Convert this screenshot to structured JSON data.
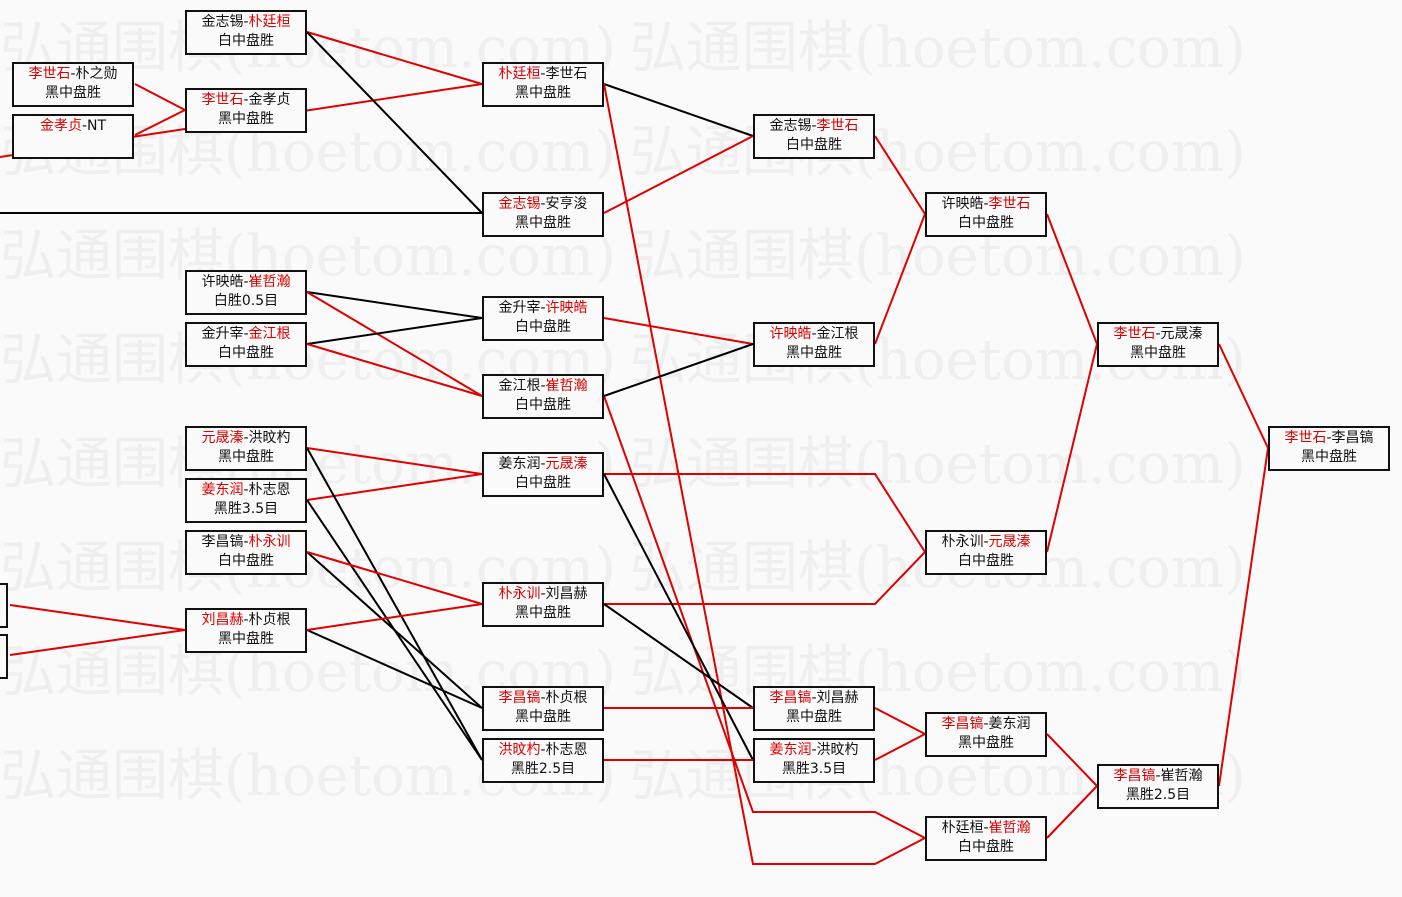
{
  "watermark": "弘通围棋(hoetom.com)",
  "colors": {
    "winner": "#e00000",
    "loser_line": "#000000",
    "winner_line": "#e00000"
  },
  "matches": [
    {
      "p1": "李世石",
      "p2": "朴之勋",
      "winner": 1,
      "result": "黑中盘胜"
    },
    {
      "p1": "金孝贞",
      "p2": "NT",
      "winner": 1,
      "result": ""
    },
    {
      "p1": "金志锡",
      "p2": "朴廷桓",
      "winner": 2,
      "result": "白中盘胜"
    },
    {
      "p1": "李世石",
      "p2": "金孝贞",
      "winner": 1,
      "result": "黑中盘胜"
    },
    {
      "p1": "许映皓",
      "p2": "崔哲瀚",
      "winner": 2,
      "result": "白胜0.5目"
    },
    {
      "p1": "金升宰",
      "p2": "金江根",
      "winner": 2,
      "result": "白中盘胜"
    },
    {
      "p1": "元晟溱",
      "p2": "洪旼杓",
      "winner": 1,
      "result": "黑中盘胜"
    },
    {
      "p1": "姜东润",
      "p2": "朴志恩",
      "winner": 1,
      "result": "黑胜3.5目"
    },
    {
      "p1": "李昌镐",
      "p2": "朴永训",
      "winner": 2,
      "result": "白中盘胜"
    },
    {
      "p1": "刘昌赫",
      "p2": "朴贞根",
      "winner": 1,
      "result": "黑中盘胜"
    },
    {
      "p1": "朴廷桓",
      "p2": "李世石",
      "winner": 1,
      "result": "黑中盘胜"
    },
    {
      "p1": "金志锡",
      "p2": "安亨浚",
      "winner": 1,
      "result": "黑中盘胜"
    },
    {
      "p1": "金升宰",
      "p2": "许映皓",
      "winner": 2,
      "result": "白中盘胜"
    },
    {
      "p1": "金江根",
      "p2": "崔哲瀚",
      "winner": 2,
      "result": "白中盘胜"
    },
    {
      "p1": "姜东润",
      "p2": "元晟溱",
      "winner": 2,
      "result": "白中盘胜"
    },
    {
      "p1": "朴永训",
      "p2": "刘昌赫",
      "winner": 1,
      "result": "黑中盘胜"
    },
    {
      "p1": "李昌镐",
      "p2": "朴贞根",
      "winner": 1,
      "result": "黑中盘胜"
    },
    {
      "p1": "洪旼杓",
      "p2": "朴志恩",
      "winner": 1,
      "result": "黑胜2.5目"
    },
    {
      "p1": "金志锡",
      "p2": "李世石",
      "winner": 2,
      "result": "白中盘胜"
    },
    {
      "p1": "许映皓",
      "p2": "金江根",
      "winner": 1,
      "result": "黑中盘胜"
    },
    {
      "p1": "李昌镐",
      "p2": "刘昌赫",
      "winner": 1,
      "result": "黑中盘胜"
    },
    {
      "p1": "姜东润",
      "p2": "洪旼杓",
      "winner": 1,
      "result": "黑胜3.5目"
    },
    {
      "p1": "许映皓",
      "p2": "李世石",
      "winner": 2,
      "result": "白中盘胜"
    },
    {
      "p1": "朴永训",
      "p2": "元晟溱",
      "winner": 2,
      "result": "白中盘胜"
    },
    {
      "p1": "李昌镐",
      "p2": "姜东润",
      "winner": 1,
      "result": "黑中盘胜"
    },
    {
      "p1": "朴廷桓",
      "p2": "崔哲瀚",
      "winner": 2,
      "result": "白中盘胜"
    },
    {
      "p1": "李世石",
      "p2": "元晟溱",
      "winner": 1,
      "result": "黑中盘胜"
    },
    {
      "p1": "李昌镐",
      "p2": "崔哲瀚",
      "winner": 1,
      "result": "黑胜2.5目"
    },
    {
      "p1": "李世石",
      "p2": "李昌镐",
      "winner": 1,
      "result": "黑中盘胜"
    }
  ]
}
